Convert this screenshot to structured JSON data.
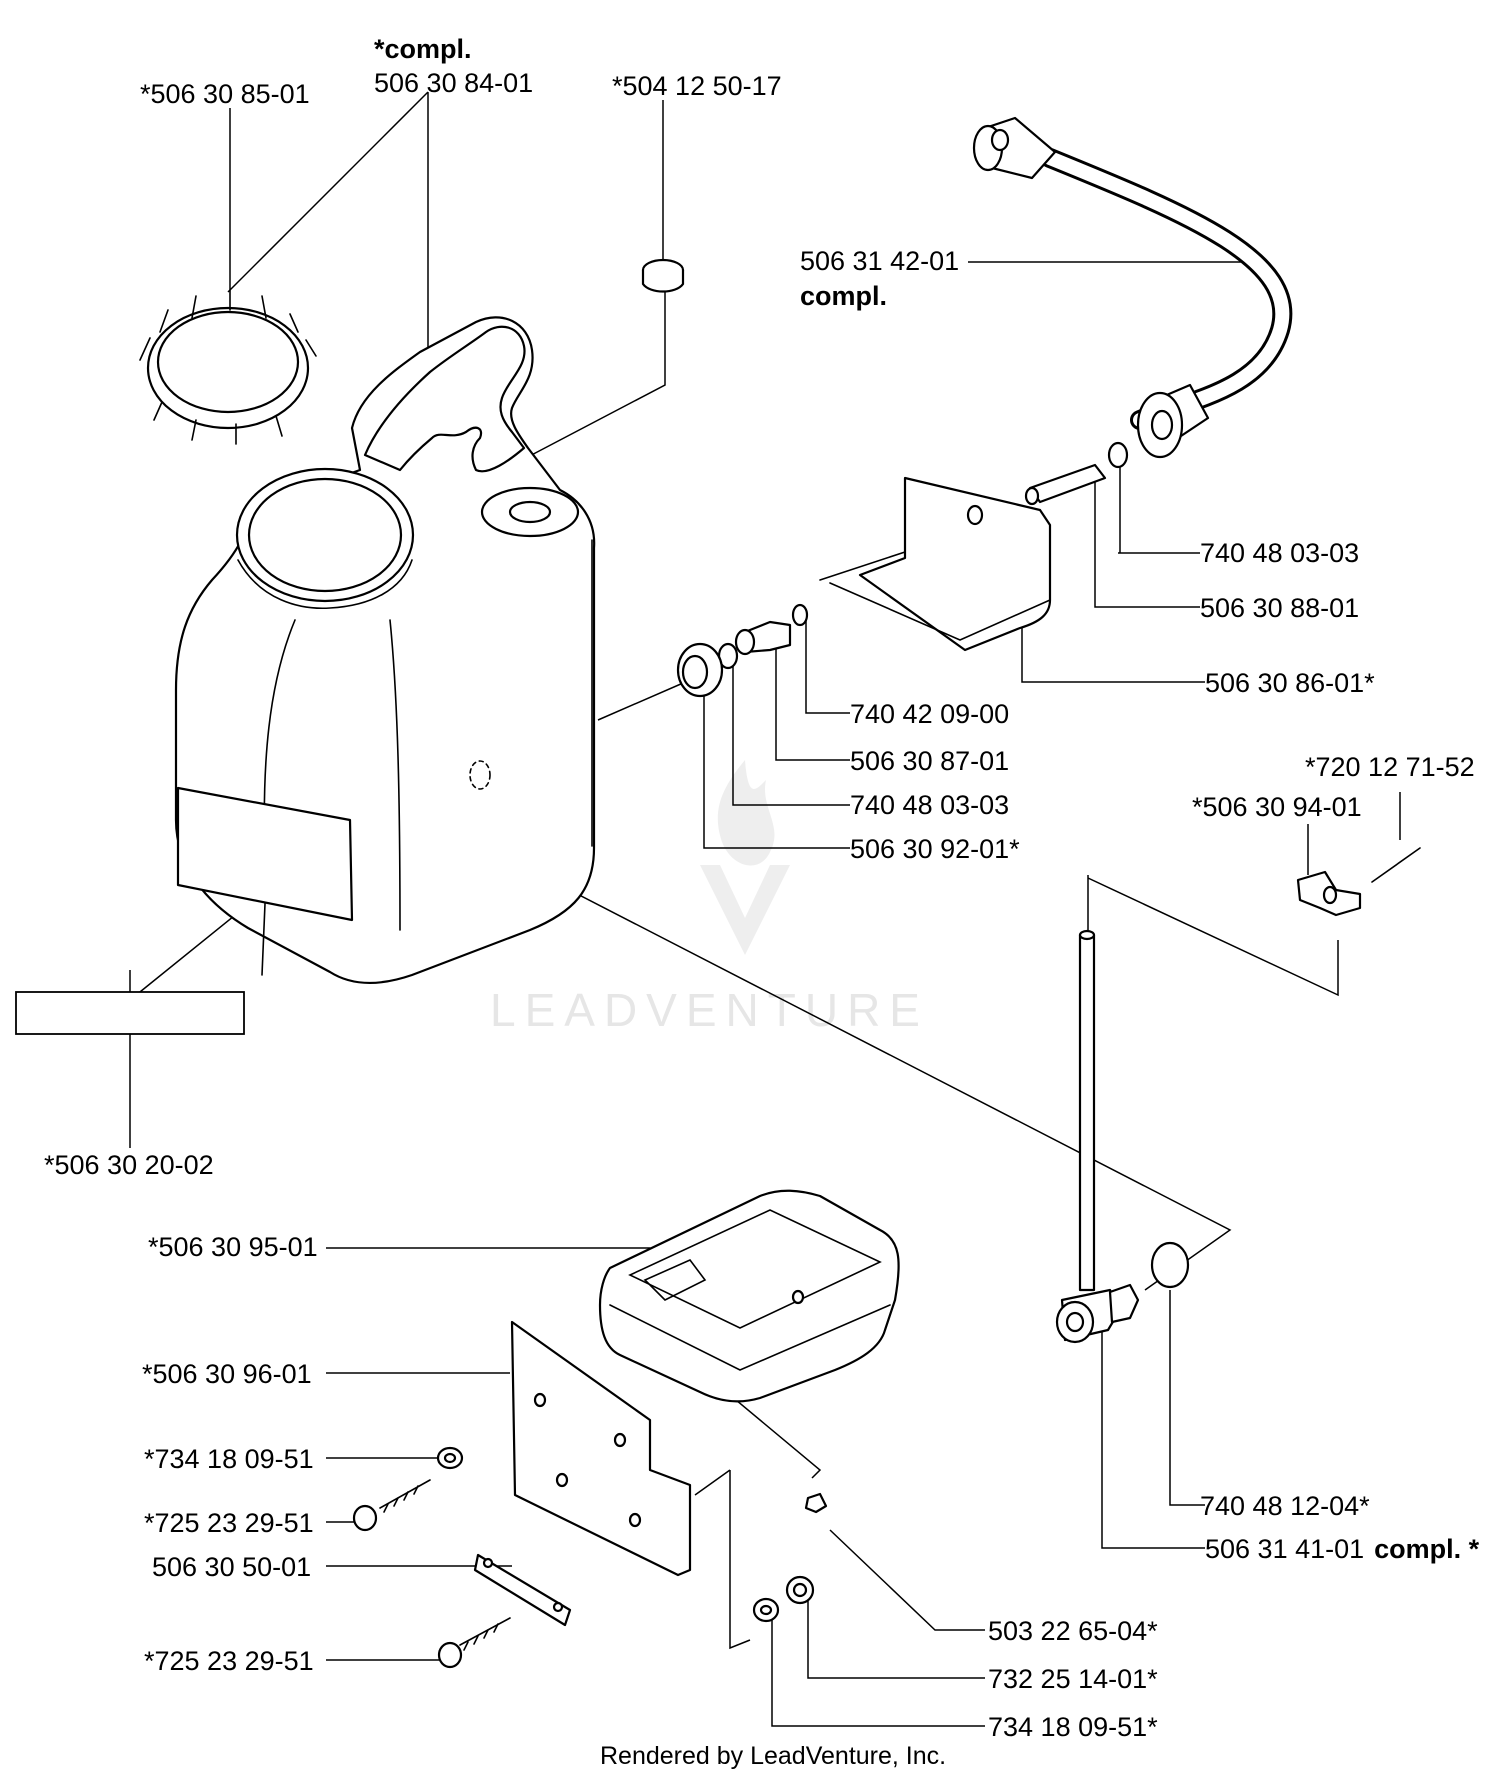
{
  "labels": {
    "cap": "*506 30 85-01",
    "compl_note": "*compl.",
    "tank_compl": "506 30 84-01",
    "plug": "*504 12 50-17",
    "hose": "506 31 42-01",
    "hose_compl": "compl.",
    "washer_a": "740 48 03-03",
    "nipple": "506 30 88-01",
    "bracket": "506 30 86-01*",
    "washer_b": "740 42 09-00",
    "fitting": "506 30 87-01",
    "washer_c": "740 48 03-03",
    "nut_large": "506 30 92-01*",
    "pin": "*720 12 71-52",
    "wing": "*506 30 94-01",
    "decal": "*506 30 20-02",
    "box": "*506 30 95-01",
    "plate": "*506 30 96-01",
    "washer_d": "*734 18 09-51",
    "screw_a": "*725 23 29-51",
    "strap": "506 30 50-01",
    "screw_b": "*725 23 29-51",
    "oring": "740 48 12-04*",
    "valve": "506 31 41-01",
    "valve_compl": "compl. *",
    "nut_sq": "503 22 65-04*",
    "nut_hex": "732 25 14-01*",
    "washer_e": "734 18 09-51*"
  },
  "watermark": "LEADVENTURE",
  "footer": "Rendered by LeadVenture, Inc."
}
